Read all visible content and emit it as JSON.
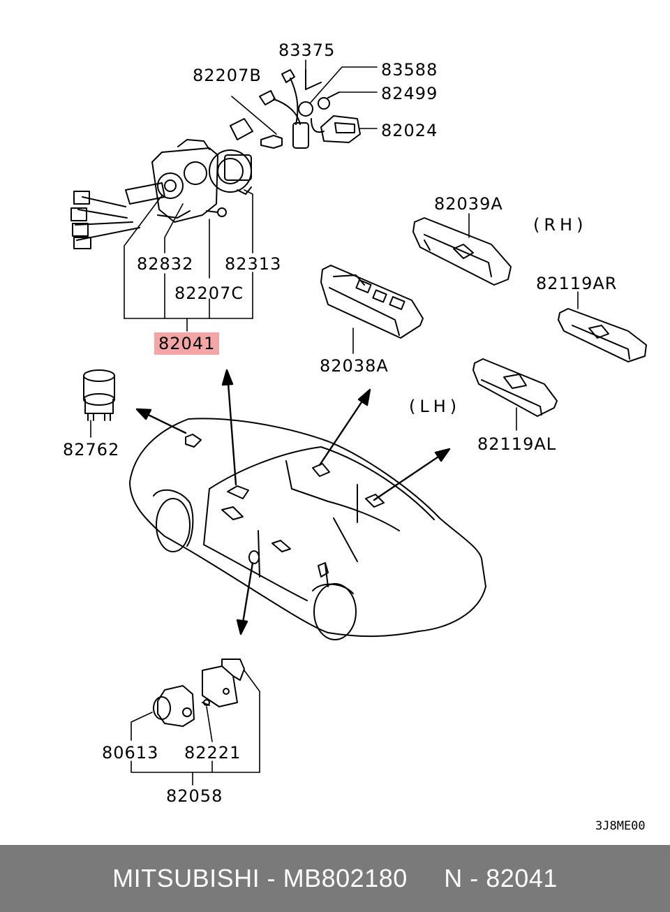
{
  "labels": {
    "p83375": "83375",
    "p83588": "83588",
    "p82207B": "82207B",
    "p82499": "82499",
    "p82024": "82024",
    "p82039A": "82039A",
    "p82832": "82832",
    "p82313": "82313",
    "p82207C": "82207C",
    "p82119AR": "82119AR",
    "p82041": "82041",
    "p82038A": "82038A",
    "p82762": "82762",
    "p82119AL": "82119AL",
    "p80613": "80613",
    "p82221": "82221",
    "p82058": "82058"
  },
  "sides": {
    "rh": "(RH)",
    "lh": "(LH)"
  },
  "diagram_code": "3J8ME00",
  "highlight_color": "#f4a6a6",
  "footer": {
    "text": "MITSUBISHI - MB802180     N - 82041"
  }
}
